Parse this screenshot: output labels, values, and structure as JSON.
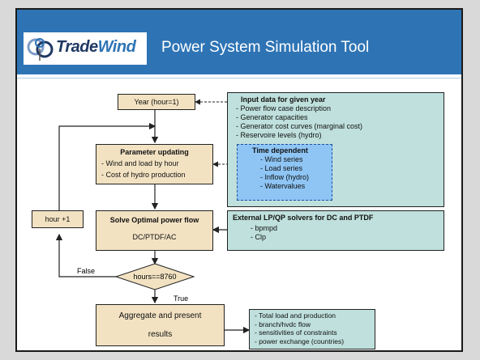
{
  "header": {
    "brand_part1": "Trade",
    "brand_part2": "Wind",
    "title": "Power System Simulation Tool"
  },
  "flow": {
    "year": "Year (hour=1)",
    "param_title": "Parameter updating",
    "param_items": [
      "- Wind and load by hour",
      "- Cost of hydro production"
    ],
    "hour_inc": "hour +1",
    "solve_title": "Solve Optimal power flow",
    "solve_sub": "DC/PTDF/AC",
    "decision": "hours==8760",
    "false_label": "False",
    "true_label": "True",
    "aggregate": [
      "Aggregate and present",
      "results"
    ]
  },
  "input_box": {
    "title": "Input data for given year",
    "items": [
      "- Power flow case description",
      "- Generator capacities",
      "- Generator cost curves (marginal cost)",
      "- Reservoire levels (hydro)"
    ],
    "time_title": "Time dependent",
    "time_items": [
      "- Wind series",
      "- Load series",
      "- Inflow (hydro)",
      "- Watervalues"
    ]
  },
  "solver_box": {
    "title": "External LP/QP solvers for DC and PTDF",
    "items": [
      "- bpmpd",
      "- Clp"
    ]
  },
  "output_box": {
    "items": [
      "- Total load and production",
      "- branch/hvdc flow",
      "- sensitivities of constraints",
      "- power exchange (countries)"
    ]
  },
  "colors": {
    "header": "#2e74b5",
    "flow_box": "#f2e2c2",
    "info_box": "#bfe0dc",
    "time_box": "#8ec5f5"
  }
}
